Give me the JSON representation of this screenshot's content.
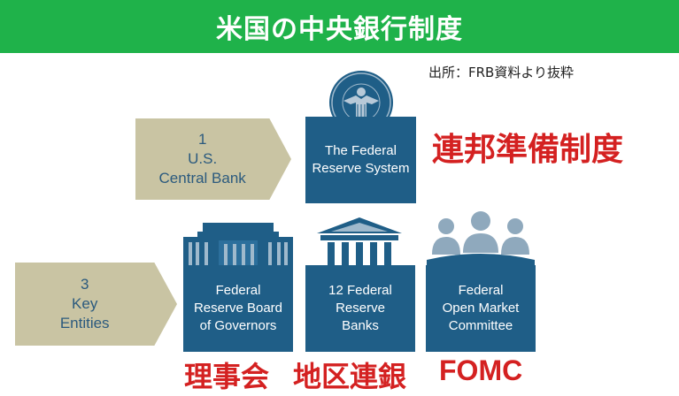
{
  "header": {
    "title": "米国の中央銀行制度"
  },
  "source": "出所：FRB資料より抜粋",
  "row1": {
    "arrow": {
      "line1": "1",
      "line2": "U.S.",
      "line3": "Central Bank"
    },
    "box": {
      "line1": "The Federal",
      "line2": "Reserve System"
    },
    "label": "連邦準備制度"
  },
  "row2": {
    "arrow": {
      "line1": "3",
      "line2": "Key",
      "line3": "Entities"
    },
    "boxes": [
      {
        "line1": "Federal",
        "line2": "Reserve Board",
        "line3": "of Governors"
      },
      {
        "line1": "12 Federal",
        "line2": "Reserve",
        "line3": "Banks"
      },
      {
        "line1": "Federal",
        "line2": "Open Market",
        "line3": "Committee"
      }
    ]
  },
  "labels": {
    "board": "理事会",
    "banks": "地区連銀",
    "fomc": "FOMC"
  },
  "icons": [
    "federal-reserve-seal-icon",
    "board-building-icon",
    "bank-building-icon",
    "committee-people-icon"
  ],
  "colors": {
    "header": "#1fb24a",
    "box": "#1f5e87",
    "arrow": "#c9c4a3",
    "accent": "#d42121"
  }
}
